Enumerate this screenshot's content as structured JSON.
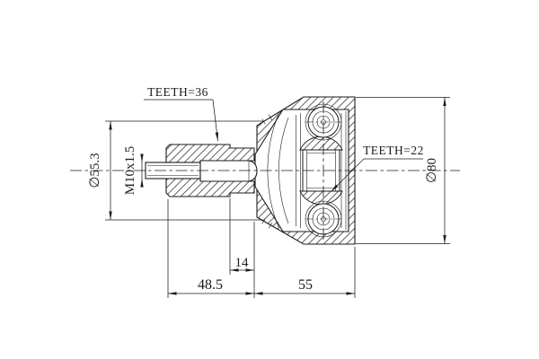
{
  "drawing": {
    "description": "CV joint cross-section technical drawing",
    "colors": {
      "line": "#1b1b1b",
      "background": "#ffffff"
    },
    "callouts": {
      "teeth_outer": "TEETH=36",
      "teeth_inner": "TEETH=22"
    },
    "dimensions": {
      "thread": "M10x1.5",
      "boot_diameter": "∅55.3",
      "housing_diameter": "∅80",
      "shaft_length": "48.5",
      "step_length": "14",
      "housing_length": "55"
    }
  }
}
